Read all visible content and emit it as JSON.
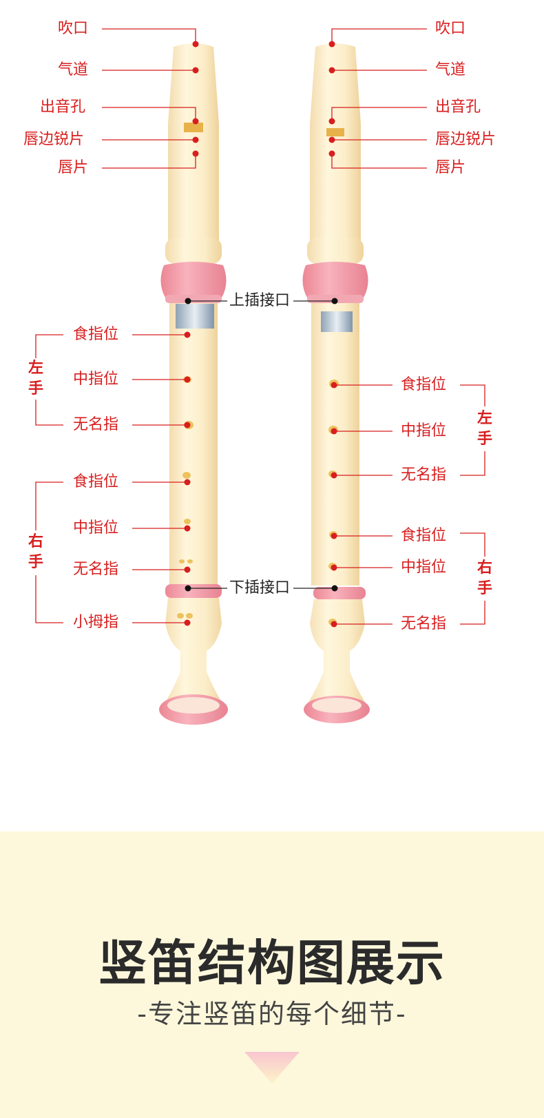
{
  "left_flute": {
    "top_labels": [
      "吹口",
      "气道",
      "出音孔",
      "唇边锐片",
      "唇片"
    ],
    "upper_joint": "上插接口",
    "lower_joint": "下插接口",
    "left_hand": {
      "title_top": "左",
      "title_bottom": "手",
      "labels": [
        "食指位",
        "中指位",
        "无名指"
      ]
    },
    "right_hand": {
      "title_top": "右",
      "title_bottom": "手",
      "labels": [
        "食指位",
        "中指位",
        "无名指",
        "小拇指"
      ]
    }
  },
  "right_flute": {
    "top_labels": [
      "吹口",
      "气道",
      "出音孔",
      "唇边锐片",
      "唇片"
    ],
    "left_hand": {
      "title_top": "左",
      "title_bottom": "手",
      "labels": [
        "食指位",
        "中指位",
        "无名指"
      ]
    },
    "right_hand": {
      "title_top": "右",
      "title_bottom": "手",
      "labels": [
        "食指位",
        "中指位",
        "无名指"
      ]
    }
  },
  "title": "竖笛结构图展示",
  "subtitle": "-专注竖笛的每个细节-",
  "colors": {
    "label_red": "#d81e1e",
    "flute_body": "#fbefcf",
    "flute_pink": "#f6a0ab",
    "panel_bg": "#fdf8dc",
    "arrow_pink": "#f9c6cf"
  }
}
